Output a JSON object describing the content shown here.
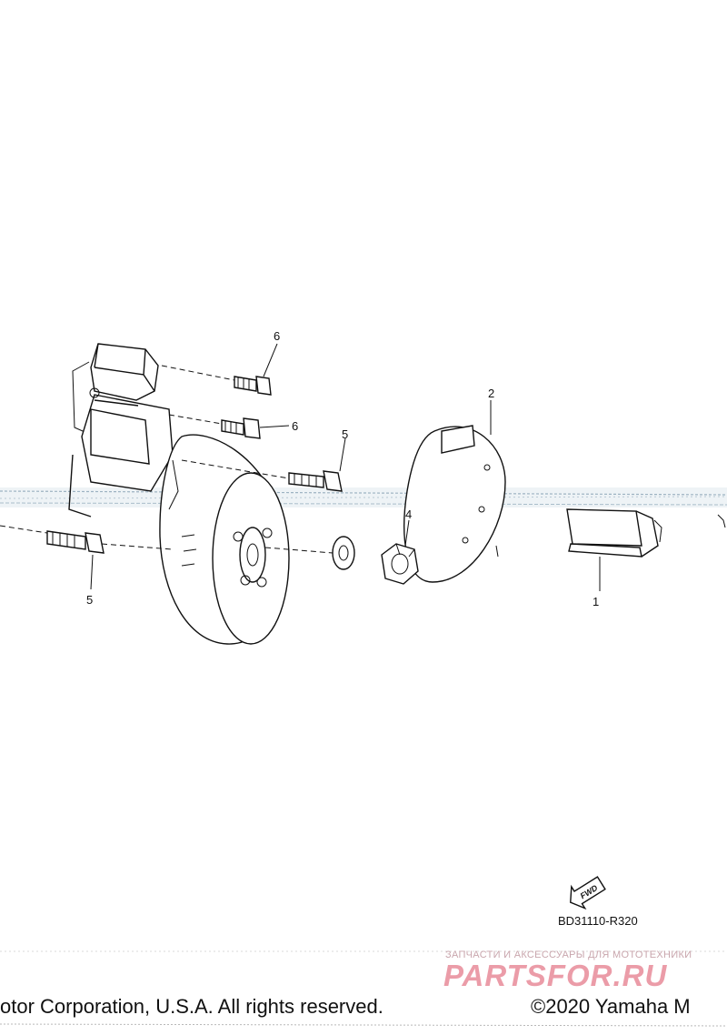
{
  "diagram": {
    "callouts": [
      {
        "label": "1"
      },
      {
        "label": "2"
      },
      {
        "label": "4"
      },
      {
        "label": "5"
      },
      {
        "label": "5"
      },
      {
        "label": "6"
      },
      {
        "label": "6"
      }
    ],
    "fwd_label": "FWD",
    "diagram_code": "BD31110-R320"
  },
  "watermark": {
    "subtitle": "ЗАПЧАСТИ И АКСЕССУАРЫ ДЛЯ МОТОТЕХНИКИ",
    "logo": "PARTSFOR.RU"
  },
  "footer": {
    "copyright_left": "otor Corporation, U.S.A. All rights reserved.",
    "copyright_right": "©2020 Yamaha M"
  }
}
